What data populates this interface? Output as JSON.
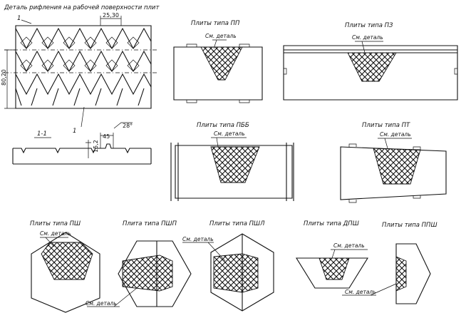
{
  "detail": {
    "title": "Деталь рифления на рабочей поверхности плит",
    "mark_1": "1",
    "dim_top": "25,30",
    "dim_side": "80,20"
  },
  "section": {
    "title": "1-1",
    "mark_1": "1",
    "dim_a": "15,2",
    "dim_b": "45",
    "dim_angle": "28°"
  },
  "plates": [
    {
      "title": "Плиты типа ПП",
      "note": "См. деталь"
    },
    {
      "title": "Плиты типа ПЗ",
      "note": "См. деталь"
    },
    {
      "title": "Плиты типа ПББ",
      "note": "См. деталь"
    },
    {
      "title": "Плиты типа ПТ",
      "note": "См. деталь"
    },
    {
      "title": "Плиты типа ПШ",
      "note": "См. деталь"
    },
    {
      "title": "Плита типа ПШП",
      "note": "См. деталь"
    },
    {
      "title": "Плиты типа ПШЛ",
      "note": "См. деталь"
    },
    {
      "title": "Плиты типа ДПШ",
      "note": "См. деталь"
    },
    {
      "title": "Плиты типа ППШ",
      "note": "См. деталь"
    }
  ]
}
